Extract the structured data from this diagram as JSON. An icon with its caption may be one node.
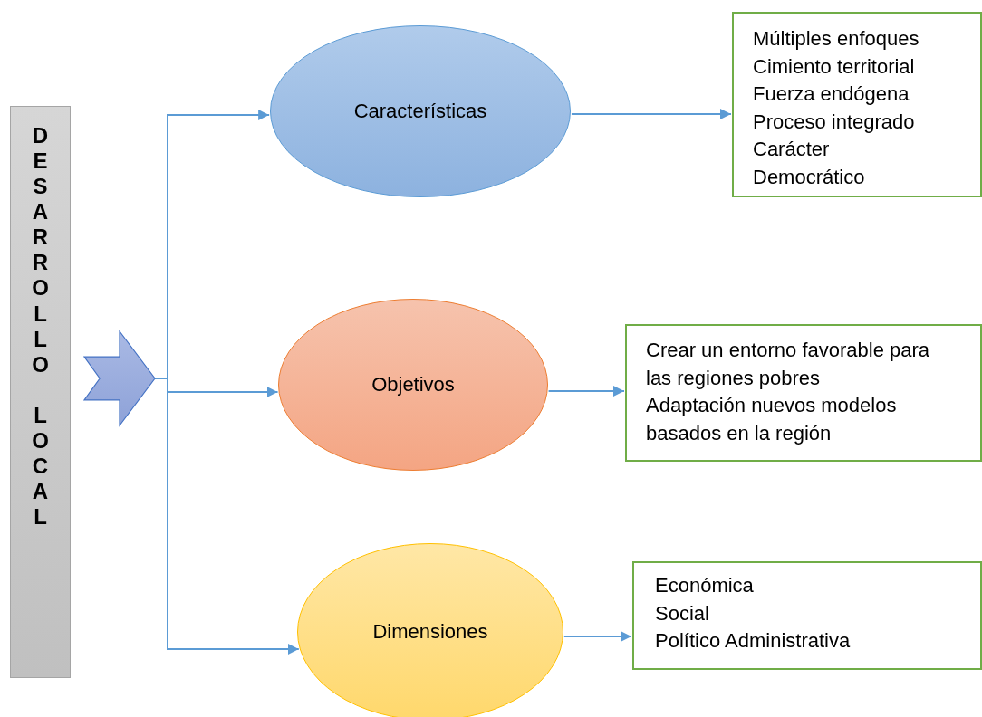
{
  "diagram": {
    "nodes": [
      {
        "text": [
          "DESARROLLO",
          "LOCAL"
        ]
      },
      {
        "text": [],
        "shape": "chevron"
      },
      {
        "text": [
          "Características"
        ]
      },
      {
        "text": [
          "Múltiples enfoques",
          "Cimiento territorial",
          "Fuerza endógena",
          "Proceso integrado",
          "Carácter",
          "Democrático"
        ]
      },
      {
        "text": [
          "Objetivos"
        ]
      },
      {
        "text": [
          "Crear un entorno favorable para las regiones pobres",
          "Adaptación nuevos modelos basados en la región"
        ]
      },
      {
        "text": [
          "Dimensiones"
        ]
      },
      {
        "text": [
          "Económica",
          "Social",
          "Político Administrativa"
        ]
      }
    ],
    "edges": [
      {
        "from": 1,
        "to": 2,
        "arrow": "to"
      },
      {
        "from": 1,
        "to": 4,
        "arrow": "to"
      },
      {
        "from": 1,
        "to": 6,
        "arrow": "to"
      },
      {
        "from": 2,
        "to": 3,
        "arrow": "to"
      },
      {
        "from": 4,
        "to": 5,
        "arrow": "to"
      },
      {
        "from": 6,
        "to": 7,
        "arrow": "to"
      }
    ]
  }
}
